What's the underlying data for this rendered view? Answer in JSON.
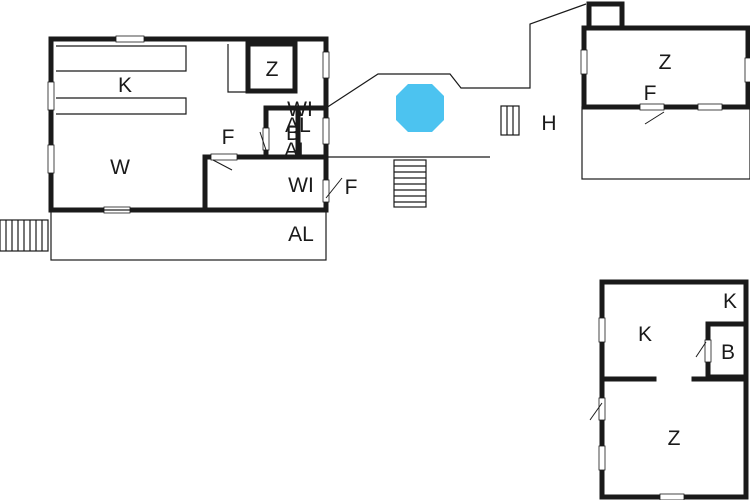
{
  "floorplan": {
    "rooms": {
      "main_kitchen": "K",
      "main_living": "W",
      "main_hall": "F",
      "main_bedroom": "Z",
      "main_toilet_upper": "WI",
      "main_utility_upper": "AL",
      "main_bath": "B",
      "main_utility_lower": "AL",
      "main_toilet_lower": "WI",
      "main_entry": "F",
      "covered_porch": "AL",
      "terrace": "H",
      "annex_bedroom": "Z",
      "annex_hall": "F",
      "cabin_kitchen_small": "K",
      "cabin_kitchen": "K",
      "cabin_bath": "B",
      "cabin_bedroom": "Z"
    },
    "colors": {
      "wall": "#1a1a1a",
      "pool": "#4cc3f0",
      "background": "#ffffff"
    }
  }
}
